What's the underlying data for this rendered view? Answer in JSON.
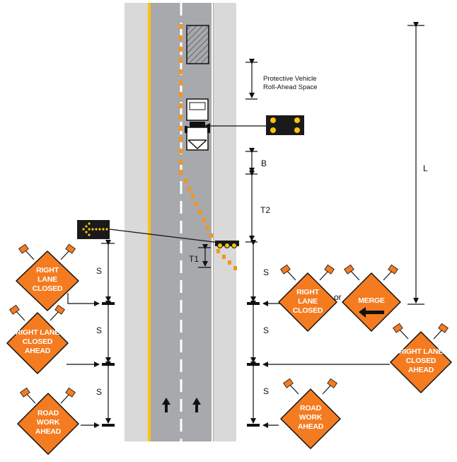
{
  "labels": {
    "protective_vehicle_line1": "Protective Vehicle",
    "protective_vehicle_line2": "Roll-Ahead Space",
    "dim_b": "B",
    "dim_t2": "T2",
    "dim_t1": "T1",
    "dim_l": "L",
    "dim_s": "S",
    "or_text": "or"
  },
  "signs": {
    "left_right_lane_closed": [
      "RIGHT",
      "LANE",
      "CLOSED"
    ],
    "left_right_lane_closed_ahead": [
      "RIGHT LANE",
      "CLOSED",
      "AHEAD"
    ],
    "left_road_work_ahead": [
      "ROAD",
      "WORK",
      "AHEAD"
    ],
    "right_right_lane_closed": [
      "RIGHT",
      "LANE",
      "CLOSED"
    ],
    "right_merge": [
      "MERGE"
    ],
    "right_right_lane_closed_ahead": [
      "RIGHT LANE",
      "CLOSED",
      "AHEAD"
    ],
    "right_road_work_ahead": [
      "ROAD",
      "WORK",
      "AHEAD"
    ]
  },
  "colors": {
    "sign_orange": "#f47b20",
    "cone_orange": "#f7941d",
    "road_gray": "#a7a9ac",
    "shoulder_gray": "#d9d9d9",
    "center_yellow": "#ffc20e",
    "arrow_panel": "#1a1a1a",
    "arrow_amber": "#ffc20e"
  },
  "icons": [
    "arrow-board-icon",
    "flashing-light-board-icon",
    "truck-icon",
    "work-area-hatch-icon",
    "lane-arrow-icon",
    "flag-icon"
  ]
}
